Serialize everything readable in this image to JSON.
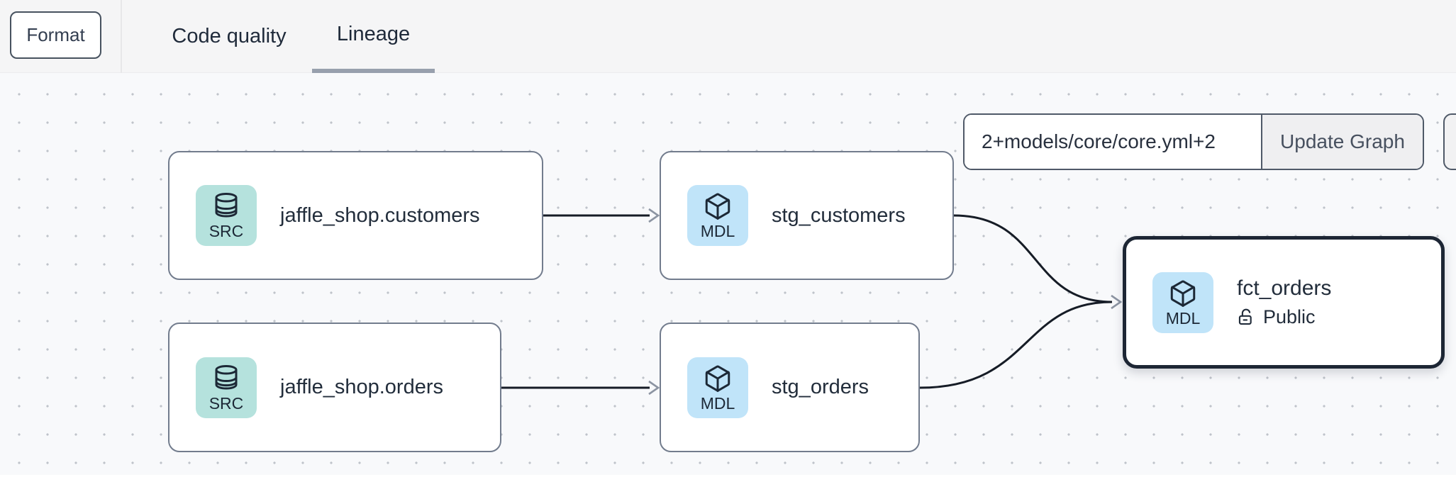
{
  "topbar": {
    "format_label": "Format",
    "tabs": [
      {
        "label": "Code quality",
        "active": false
      },
      {
        "label": "Lineage",
        "active": true
      }
    ]
  },
  "toolbar": {
    "selector_value": "2+models/core/core.yml+2",
    "update_button_label": "Update Graph"
  },
  "graph": {
    "nodes": [
      {
        "label": "jaffle_shop.customers",
        "type": "SRC",
        "icon": "database-icon"
      },
      {
        "label": "stg_customers",
        "type": "MDL",
        "icon": "cube-icon"
      },
      {
        "label": "jaffle_shop.orders",
        "type": "SRC",
        "icon": "database-icon"
      },
      {
        "label": "stg_orders",
        "type": "MDL",
        "icon": "cube-icon"
      },
      {
        "label": "fct_orders",
        "type": "MDL",
        "icon": "cube-icon",
        "access": "Public",
        "selected": true
      }
    ],
    "edges": [
      {
        "from": "jaffle_shop.customers",
        "to": "stg_customers"
      },
      {
        "from": "jaffle_shop.orders",
        "to": "stg_orders"
      },
      {
        "from": "stg_customers",
        "to": "fct_orders"
      },
      {
        "from": "stg_orders",
        "to": "fct_orders"
      }
    ]
  },
  "colors": {
    "src_icon_bg": "#b5e2dd",
    "mdl_icon_bg": "#c0e4f9",
    "edge": "#161c26",
    "arrowhead": "#8c94a2",
    "selected_node_border": "#1d2634",
    "node_border": "#727c8d",
    "canvas_bg": "#f8f9fb",
    "topbar_bg": "#f5f5f6",
    "active_tab_underline": "#98a0ad"
  }
}
